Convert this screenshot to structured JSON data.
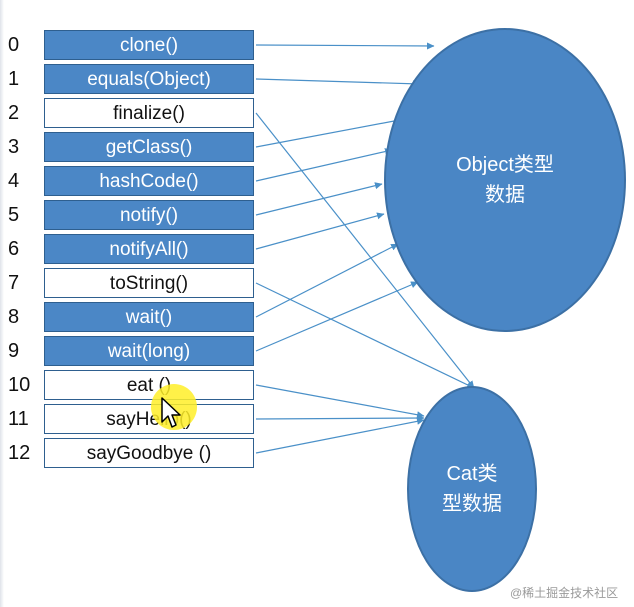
{
  "methods": [
    {
      "index": "0",
      "label": "clone()",
      "owner": "object"
    },
    {
      "index": "1",
      "label": "equals(Object)",
      "owner": "object"
    },
    {
      "index": "2",
      "label": "finalize()",
      "owner": "cat"
    },
    {
      "index": "3",
      "label": "getClass()",
      "owner": "object"
    },
    {
      "index": "4",
      "label": "hashCode()",
      "owner": "object"
    },
    {
      "index": "5",
      "label": "notify()",
      "owner": "object"
    },
    {
      "index": "6",
      "label": "notifyAll()",
      "owner": "object"
    },
    {
      "index": "7",
      "label": "toString()",
      "owner": "cat"
    },
    {
      "index": "8",
      "label": "wait()",
      "owner": "object"
    },
    {
      "index": "9",
      "label": "wait(long)",
      "owner": "object"
    },
    {
      "index": "10",
      "label": "eat ()",
      "owner": "cat"
    },
    {
      "index": "11",
      "label": "sayHello()",
      "owner": "cat"
    },
    {
      "index": "12",
      "label": "sayGoodbye ()",
      "owner": "cat"
    }
  ],
  "object_region": {
    "label": "Object类型\n数据"
  },
  "cat_region": {
    "label": "Cat类\n型数据"
  },
  "watermark": "@稀土掘金技术社区",
  "colors": {
    "inherited_cell": "#4b87c6",
    "own_cell": "#ffffff",
    "arrow": "#4a90c8",
    "ellipse": "#4a86c5",
    "cursor_highlight": "#ffee28"
  }
}
